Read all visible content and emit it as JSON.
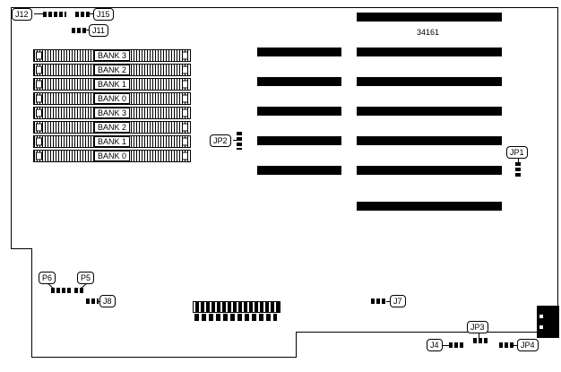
{
  "diagram": {
    "chip_label": "34161",
    "banks": [
      "BANK 3",
      "BANK 2",
      "BANK 1",
      "BANK 0",
      "BANK 3",
      "BANK 2",
      "BANK 1",
      "BANK 0"
    ],
    "jumpers": {
      "j12": "J12",
      "j15": "J15",
      "j11": "J11",
      "jp2": "JP2",
      "jp1": "JP1",
      "p6": "P6",
      "p5": "P5",
      "j8": "J8",
      "j7": "J7",
      "jp3": "JP3",
      "j4": "J4",
      "jp4": "JP4"
    },
    "colors": {
      "line": "#000000",
      "background": "#ffffff"
    }
  }
}
